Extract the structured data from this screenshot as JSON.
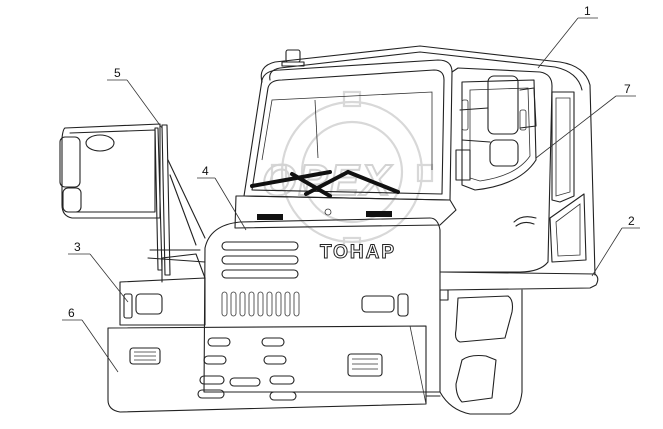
{
  "diagram": {
    "brand_label": "ТОНАР",
    "watermark_text": "OPEX",
    "callouts": [
      {
        "id": "1",
        "label": "1"
      },
      {
        "id": "2",
        "label": "2"
      },
      {
        "id": "3",
        "label": "3"
      },
      {
        "id": "4",
        "label": "4"
      },
      {
        "id": "5",
        "label": "5"
      },
      {
        "id": "6",
        "label": "6"
      },
      {
        "id": "7",
        "label": "7"
      }
    ]
  }
}
